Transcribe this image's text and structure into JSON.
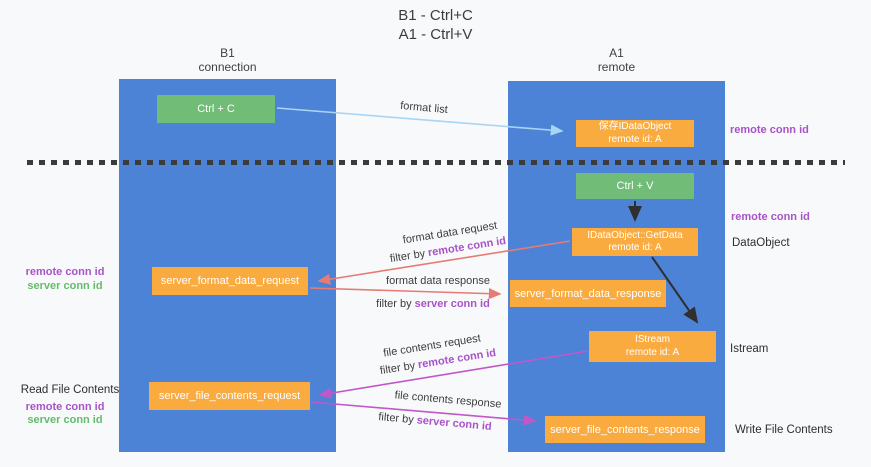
{
  "title": {
    "line1": "B1 - Ctrl+C",
    "line2": "A1 - Ctrl+V"
  },
  "lanes": {
    "left": {
      "name": "B1",
      "role": "connection"
    },
    "right": {
      "name": "A1",
      "role": "remote"
    }
  },
  "nodes": {
    "ctrl_c": {
      "label": "Ctrl + C"
    },
    "save_dataobject": {
      "line1": "保存IDataObject",
      "line2": "remote id: A"
    },
    "ctrl_v": {
      "label": "Ctrl + V"
    },
    "getdata": {
      "line1": "IDataObject::GetData",
      "line2": "remote id: A"
    },
    "istream": {
      "line1": "IStream",
      "line2": "remote id: A"
    },
    "format_request": {
      "label": "server_format_data_request"
    },
    "format_response": {
      "label": "server_format_data_response"
    },
    "file_request": {
      "label": "server_file_contents_request"
    },
    "file_response": {
      "label": "server_file_contents_response"
    }
  },
  "edge_labels": {
    "format_list": "format list",
    "format_data_request": "format data request",
    "format_data_response": "format data response",
    "file_contents_request": "file contents request",
    "file_contents_response": "file contents response",
    "filter_by": "filter by",
    "remote_conn_id": "remote conn id",
    "server_conn_id": "server conn id"
  },
  "side_labels": {
    "right_remote_conn_id_top": "remote conn id",
    "right_remote_conn_id_mid": "remote conn id",
    "dataobject": "DataObject",
    "istream": "Istream",
    "write_file_contents": "Write File Contents",
    "left_remote_conn_id_top": "remote conn id",
    "left_server_conn_id_top": "server conn id",
    "read_file_contents": "Read File Contents",
    "left_remote_conn_id_bottom": "remote conn id",
    "left_server_conn_id_bottom": "server conn id"
  },
  "colors": {
    "lane_blue": "#4d83d6",
    "node_green": "#71bd77",
    "node_orange": "#f9ab40",
    "arrow_lightblue": "#a9d4f4",
    "arrow_red": "#e87a74",
    "arrow_magenta": "#c157c9",
    "arrow_black": "#2f2f2f",
    "text_purple": "#a853c8",
    "text_green": "#63bd6a",
    "background": "#f8f9fa"
  }
}
